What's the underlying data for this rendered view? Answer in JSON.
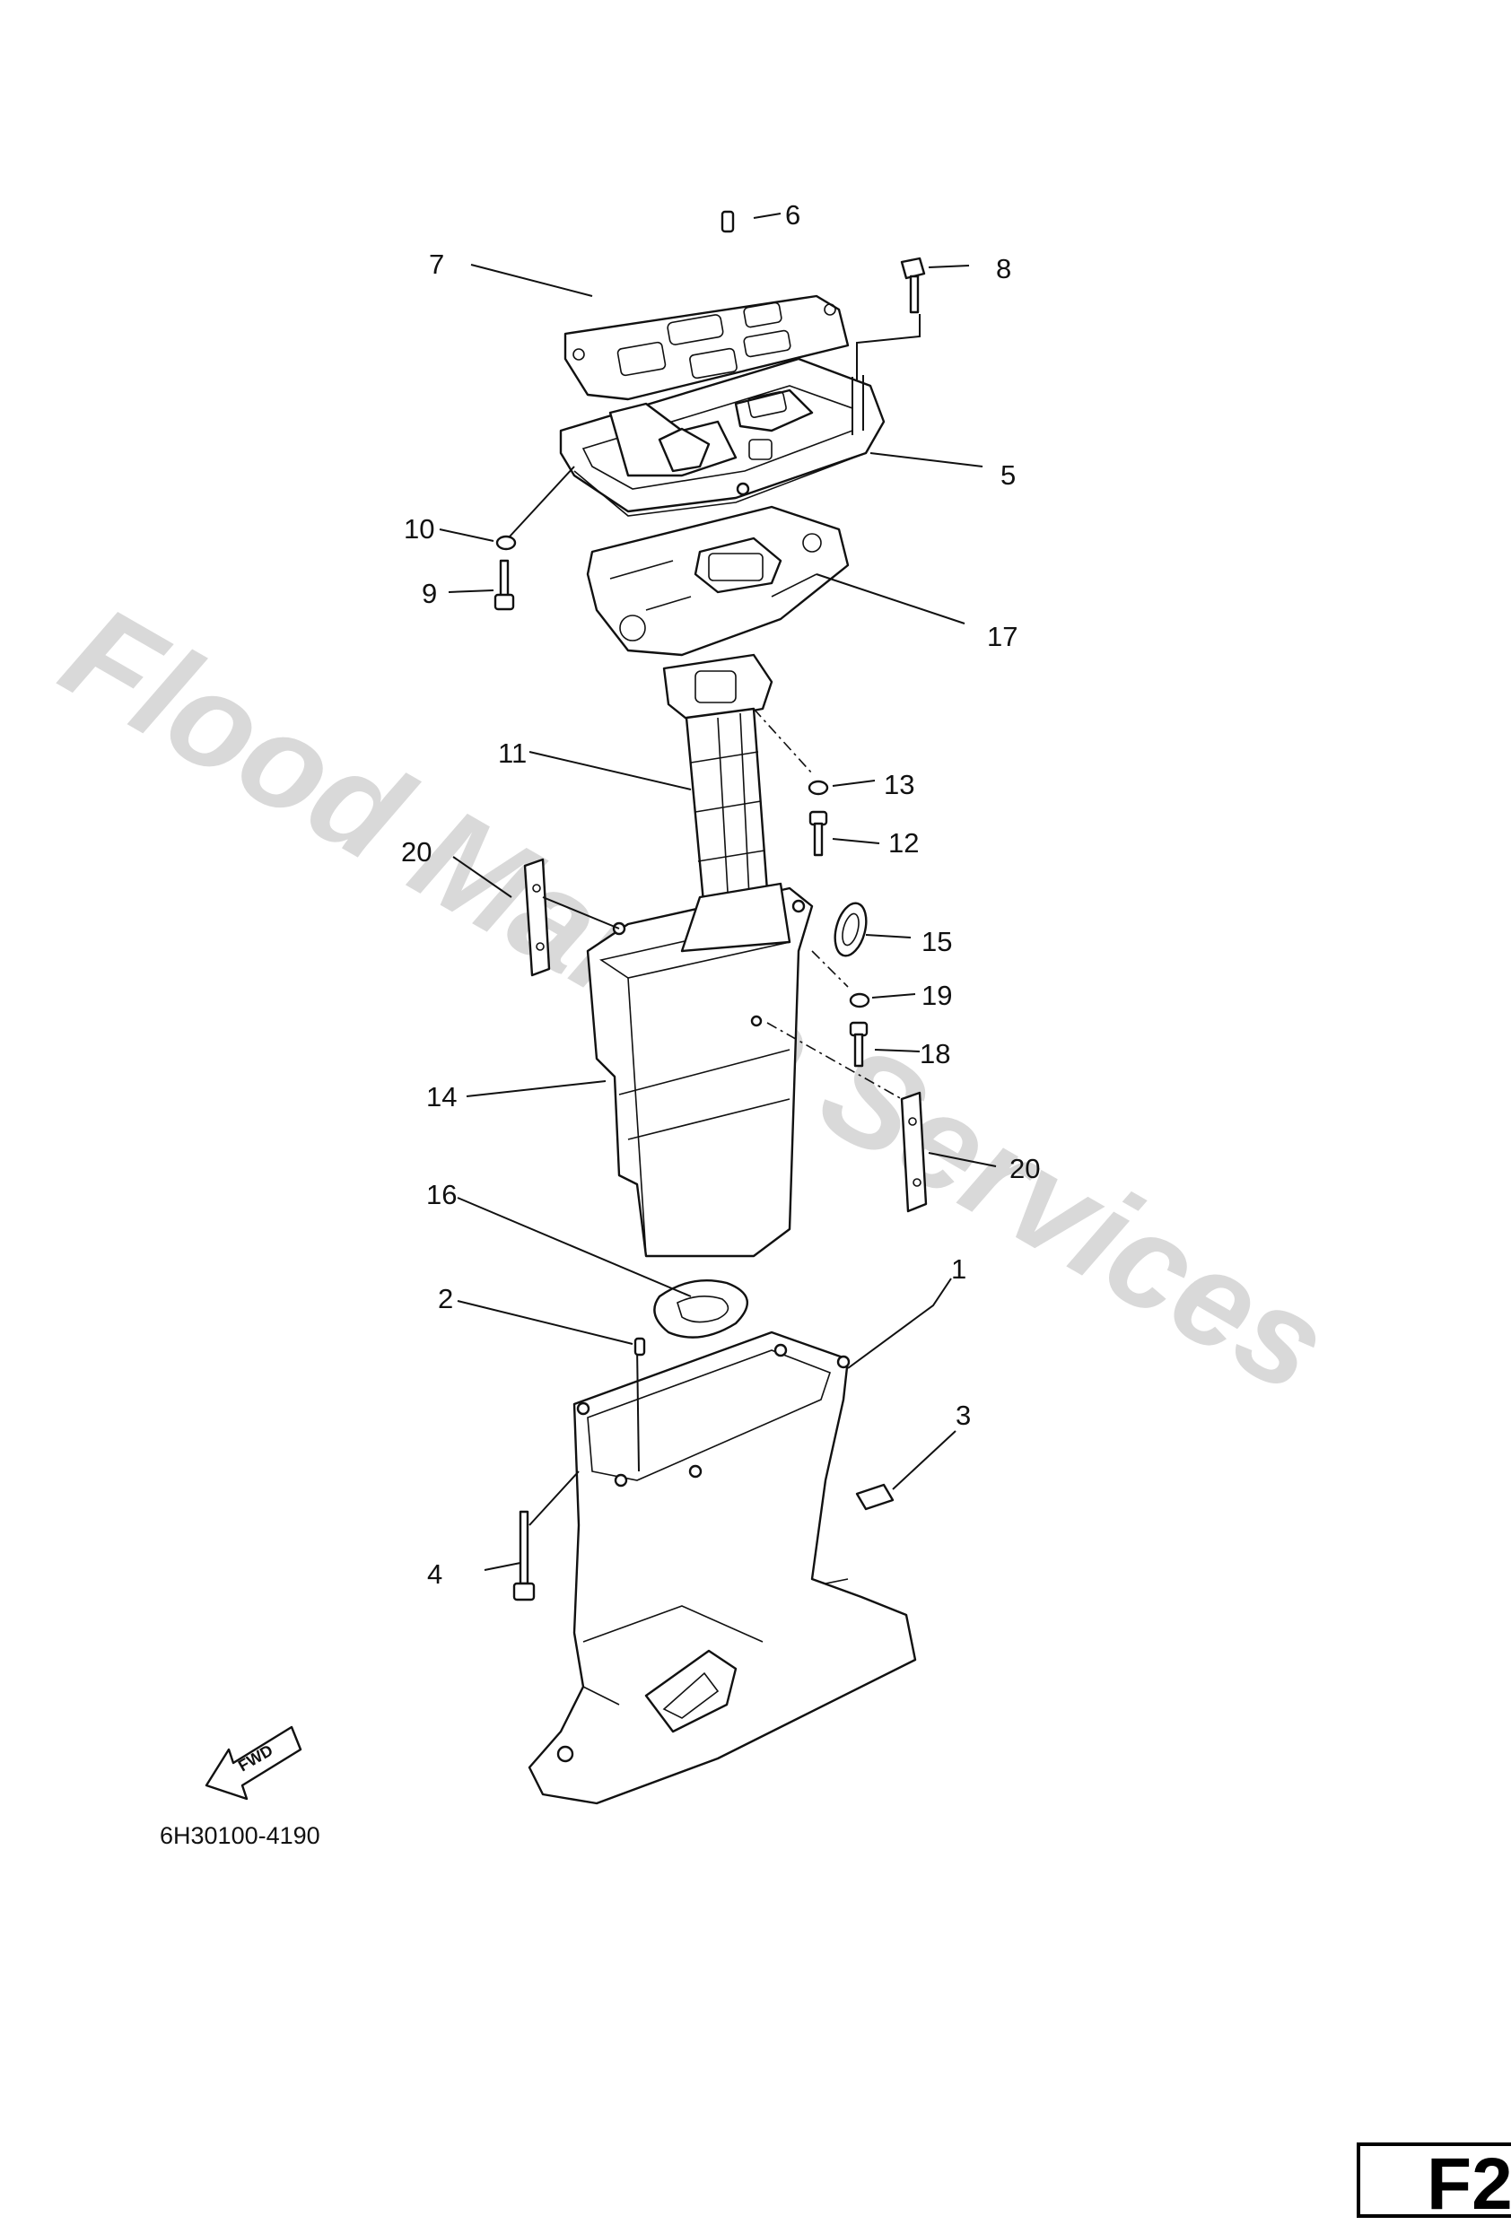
{
  "watermark": "Flood Marine Services",
  "figure_code": "6H30100-4190",
  "page_id": "F2",
  "direction_label": "FWD",
  "callouts": {
    "c1": "1",
    "c2": "2",
    "c3": "3",
    "c4": "4",
    "c5": "5",
    "c6": "6",
    "c7": "7",
    "c8": "8",
    "c9": "9",
    "c10": "10",
    "c11": "11",
    "c12": "12",
    "c13": "13",
    "c14": "14",
    "c15": "15",
    "c16": "16",
    "c17": "17",
    "c18": "18",
    "c19": "19",
    "c20a": "20",
    "c20b": "20"
  }
}
